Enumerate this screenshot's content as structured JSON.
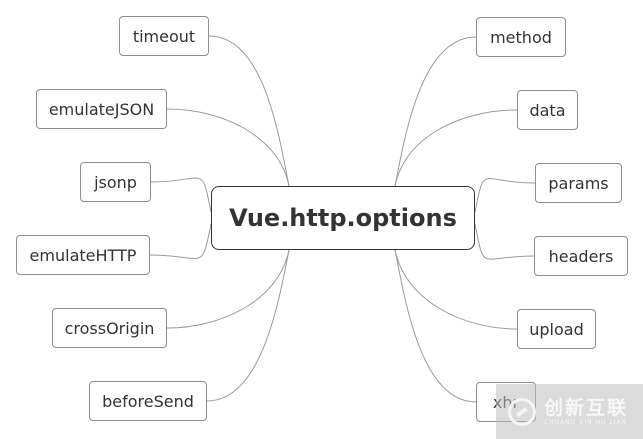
{
  "center": {
    "label": "Vue.http.options"
  },
  "left_nodes": [
    {
      "label": "timeout"
    },
    {
      "label": "emulateJSON"
    },
    {
      "label": "jsonp"
    },
    {
      "label": "emulateHTTP"
    },
    {
      "label": "crossOrigin"
    },
    {
      "label": "beforeSend"
    }
  ],
  "right_nodes": [
    {
      "label": "method"
    },
    {
      "label": "data"
    },
    {
      "label": "params"
    },
    {
      "label": "headers"
    },
    {
      "label": "upload"
    },
    {
      "label": "xhr"
    }
  ],
  "watermark": {
    "cn": "创新互联",
    "en": "CHUANG XIN HU LIAN"
  },
  "colors": {
    "line": "#9a9a9a",
    "node_border": "#8e8e8e",
    "text": "#333333"
  }
}
